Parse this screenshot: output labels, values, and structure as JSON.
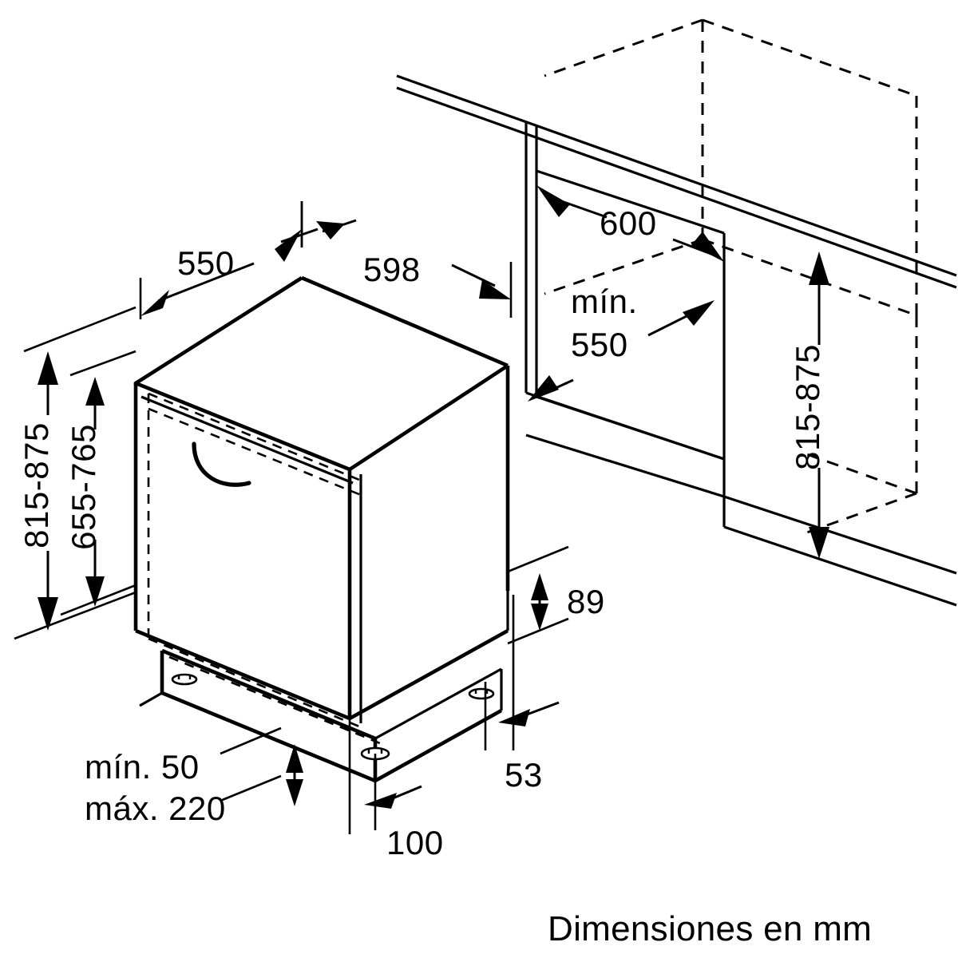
{
  "drawing": {
    "title_note": "Dimensiones en mm",
    "units": "mm",
    "language": "es",
    "subject": "built-in dishwasher installation dimensions",
    "line_colors": {
      "outline": "#000000",
      "hidden": "#000000",
      "background": "#ffffff"
    }
  },
  "dimensions": {
    "depth_top": "550",
    "width_top": "598",
    "niche_width": "600",
    "niche_depth_min_label": "mín.",
    "niche_depth_min_value": "550",
    "height_range_left_outer": "815-875",
    "height_range_left_inner": "655-765",
    "height_range_right": "815-875",
    "plinth_height": "89",
    "plinth_setback": "53",
    "base_depth": "100",
    "hose_min_label": "mín. 50",
    "hose_max_label": "máx. 220"
  },
  "labels": {
    "d550": "550",
    "d598": "598",
    "d600": "600",
    "min_word": "mín.",
    "d550b": "550",
    "h815_875_left": "815-875",
    "h655_765": "655-765",
    "h815_875_right": "815-875",
    "d89": "89",
    "d53": "53",
    "d100": "100",
    "min50": "mín. 50",
    "max220": "máx. 220",
    "footer": "Dimensiones en mm"
  }
}
